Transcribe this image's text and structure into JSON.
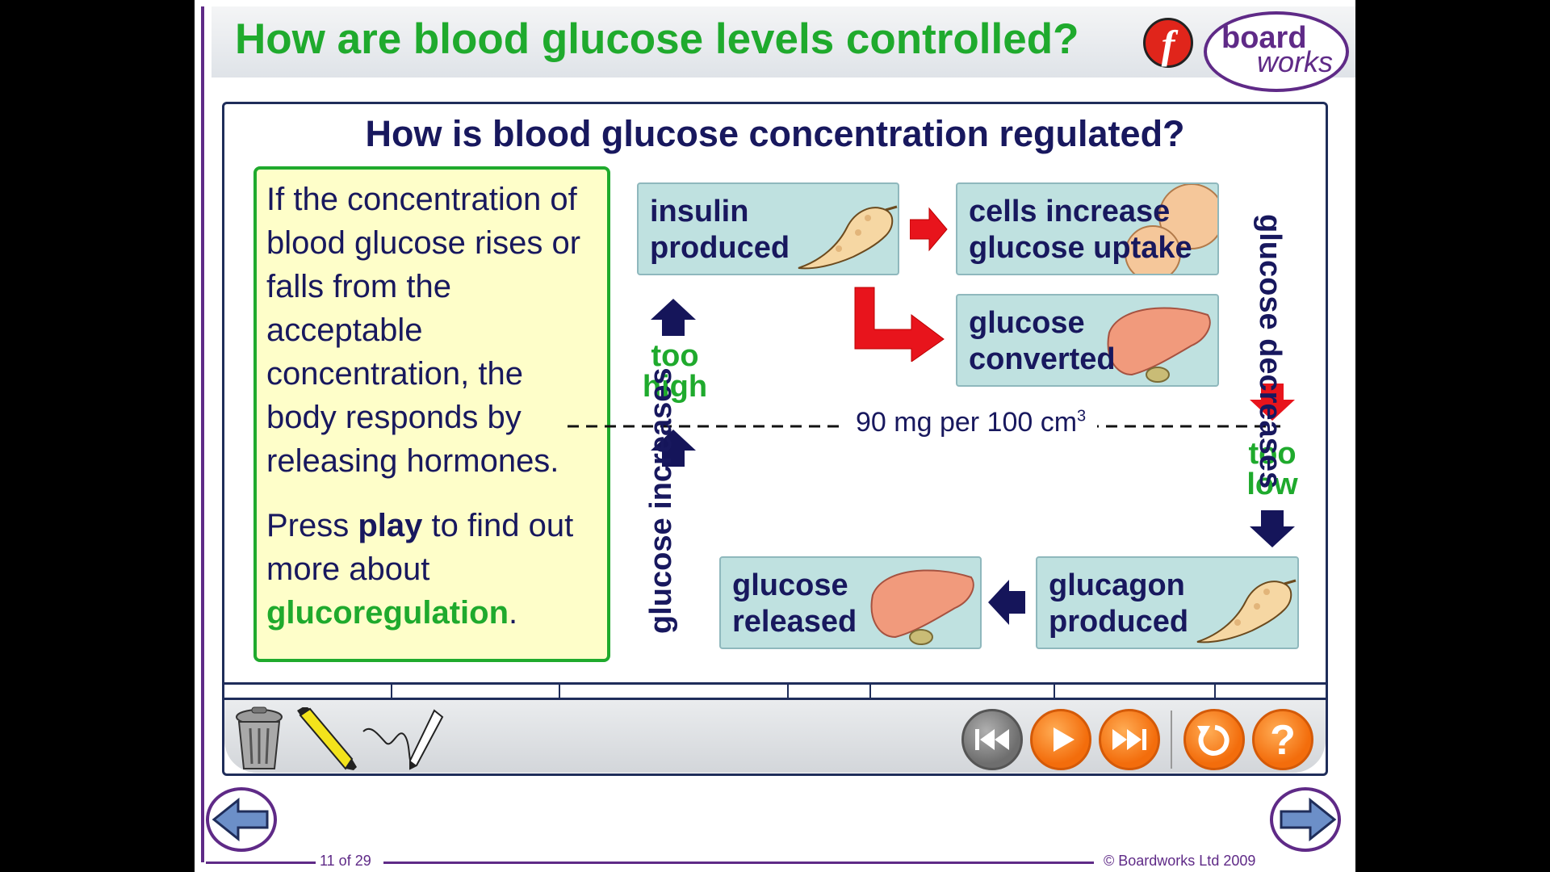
{
  "slide": {
    "title": "How are blood glucose levels controlled?",
    "logo_line1": "board",
    "logo_line2": "works",
    "flash_glyph": "f"
  },
  "panel": {
    "subtitle": "How is blood glucose concentration regulated?",
    "intro_line1": "If the concentration of blood glucose rises or falls from the acceptable concentration, the body responds by releasing hormones.",
    "intro_press": "Press ",
    "intro_play": "play",
    "intro_mid": " to find out more about ",
    "intro_keyword": "glucoregulation",
    "intro_end": "."
  },
  "diagram": {
    "insulin_box": "insulin produced",
    "cells_box": "cells increase glucose uptake",
    "converted_box": "glucose converted",
    "released_box": "glucose released",
    "glucagon_box": "glucagon produced",
    "too_high": "too high",
    "too_low": "too low",
    "glucose_decreases": "glucose decreases",
    "glucose_increases": "glucose increases",
    "setpoint": "90 mg per 100 cm",
    "setpoint_sup": "3"
  },
  "toolbar": {
    "tools": [
      "trash-icon",
      "highlighter-icon",
      "pen-icon"
    ],
    "controls": [
      "rewind",
      "play",
      "fast-forward",
      "replay",
      "help"
    ],
    "help_glyph": "?"
  },
  "footer": {
    "page": "11 of 29",
    "copyright": "© Boardworks Ltd 2009"
  },
  "colors": {
    "title_green": "#1faa2d",
    "navy": "#18185e",
    "box_fill": "#bfe1e0",
    "red_arrow": "#e8141c",
    "orange_button": "#f36d0c",
    "purple": "#5f2a87"
  }
}
